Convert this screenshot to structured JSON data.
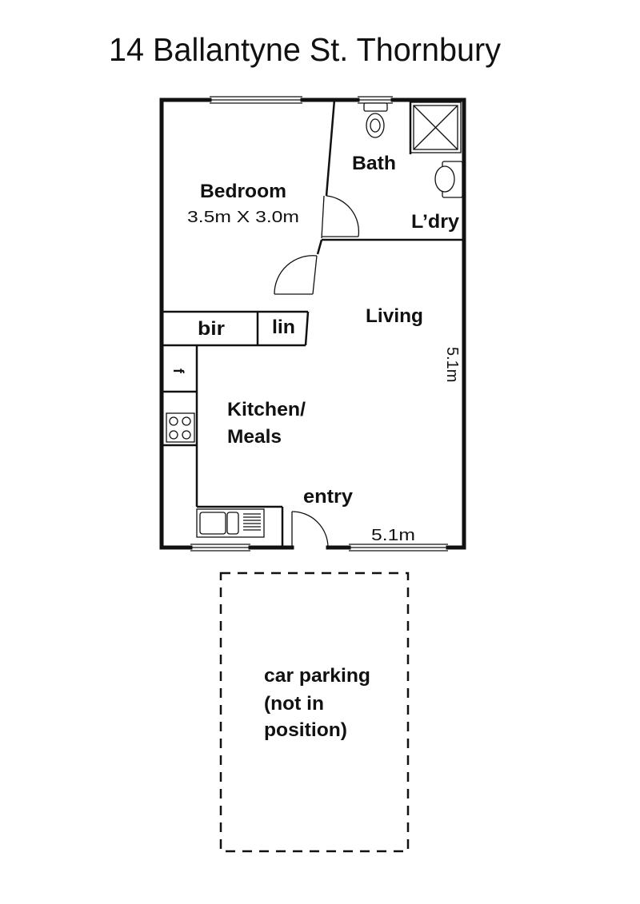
{
  "title": "14 Ballantyne St. Thornbury",
  "rooms": {
    "bedroom": {
      "name": "Bedroom",
      "dims": "3.5m X 3.0m"
    },
    "bath": "Bath",
    "laundry": "L’dry",
    "living": "Living",
    "bir": "bir",
    "lin": "lin",
    "kitchen": {
      "line1": "Kitchen/",
      "line2": "Meals"
    },
    "entry": "entry",
    "fridge": "f"
  },
  "dimensions": {
    "right_wall": "5.1m",
    "bottom_wall": "5.1m"
  },
  "parking": {
    "line1": "car parking",
    "line2": "(not in",
    "line3": "position)"
  },
  "colors": {
    "wall": "#111111",
    "window": "#111111",
    "background": "#ffffff"
  }
}
